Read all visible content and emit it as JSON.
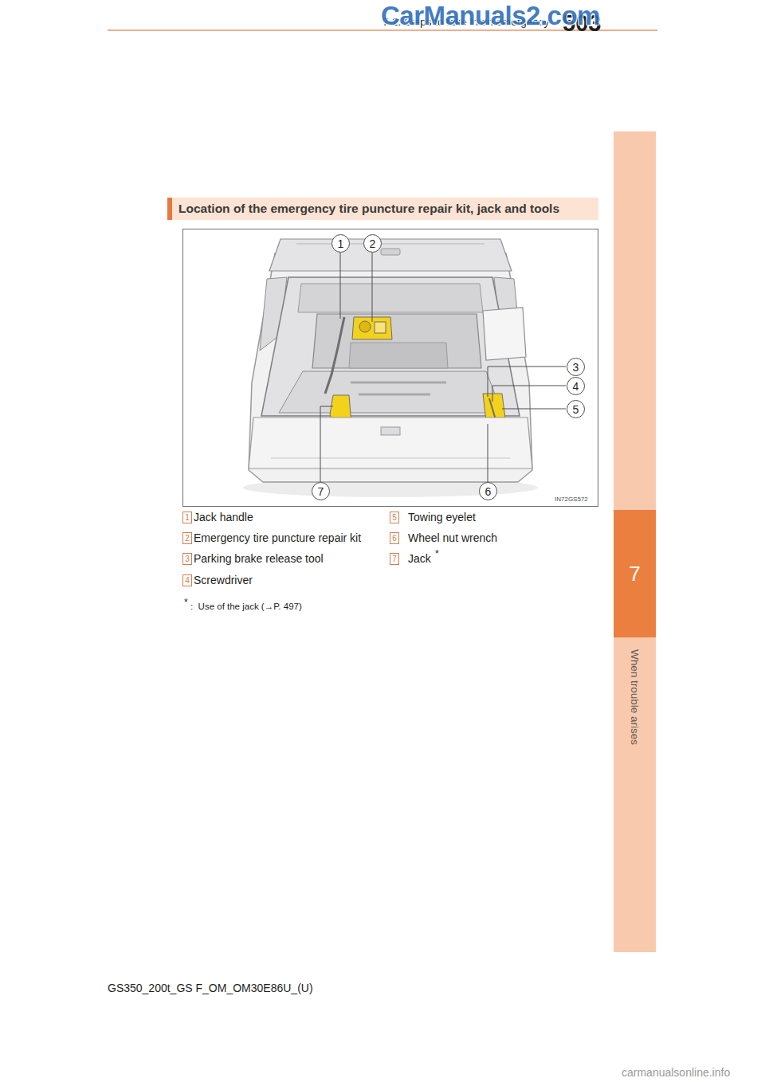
{
  "diagram": {
    "nodes": [
      {
        "text": [
          "Location of the emergency tire puncture repair kit, jack and tools"
        ]
      },
      {
        "text": [
          "1"
        ]
      },
      {
        "text": [
          "2"
        ]
      },
      {
        "text": [
          "3"
        ]
      },
      {
        "text": [
          "4"
        ]
      },
      {
        "text": [
          "5"
        ]
      },
      {
        "text": [
          "6"
        ]
      },
      {
        "text": [
          "7"
        ]
      },
      {
        "text": [
          "1"
        ]
      },
      {
        "text": [
          "2"
        ]
      },
      {
        "text": [
          "3"
        ]
      },
      {
        "text": [
          "4"
        ]
      },
      {
        "text": [
          "5"
        ]
      },
      {
        "text": [
          "6"
        ]
      },
      {
        "text": [
          "7"
        ]
      },
      {
        "text": [
          "When trouble arises"
        ]
      },
      {
        "text": [
          "7"
        ],
        "in": 15
      }
    ],
    "labels": [
      "503",
      "7-2. Steps to take in an emergency",
      "CarManuals2.com",
      "IN72GS572",
      "Jack handle",
      "Emergency tire puncture repair kit",
      "Parking brake release tool",
      "Screwdriver",
      "Towing eyelet",
      "Wheel nut wrench",
      "Jack",
      "*",
      "*",
      ":  Use of the jack (→P. 497)",
      "GS350_200t_GS F_OM_OM30E86U_(U)",
      "carmanualsonline.info"
    ]
  }
}
